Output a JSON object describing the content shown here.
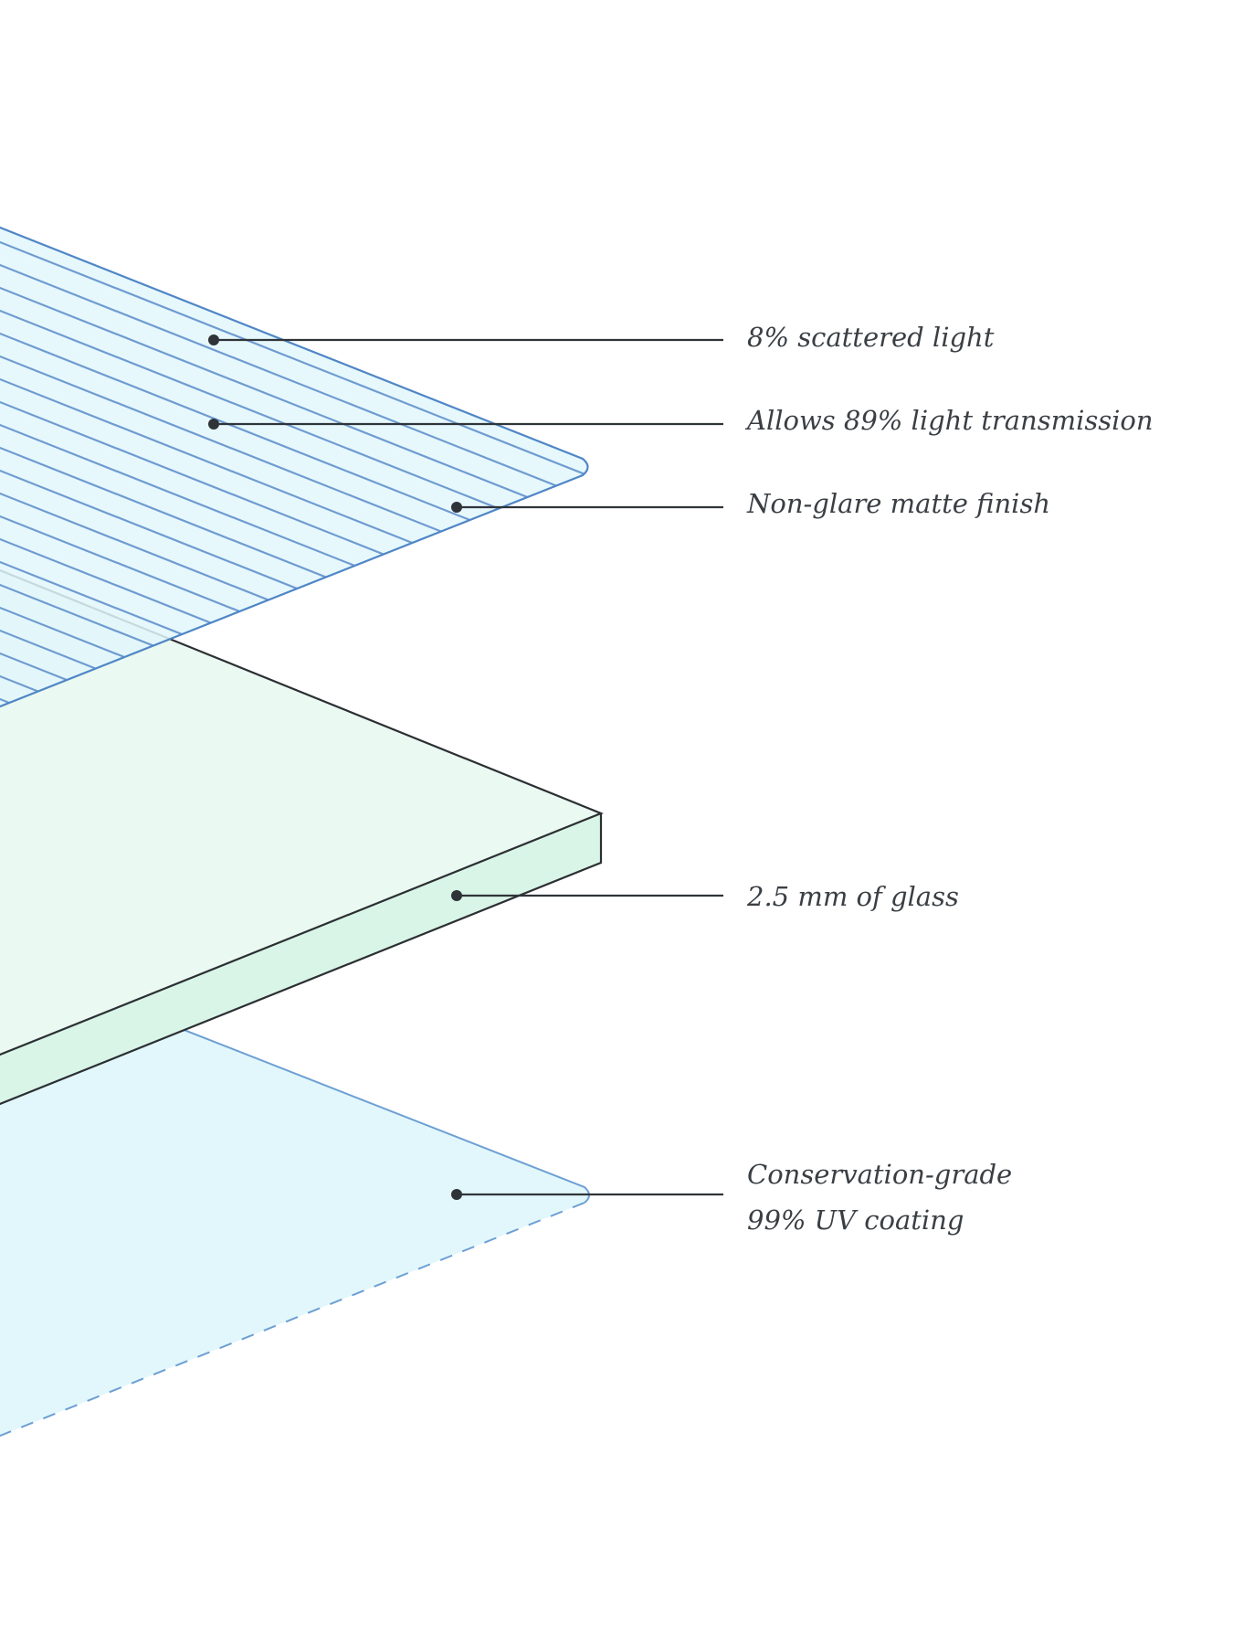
{
  "diagram": {
    "callouts": [
      {
        "id": "scattered-light",
        "lines": [
          "8% scattered light"
        ]
      },
      {
        "id": "light-transmission",
        "lines": [
          "Allows 89% light transmission"
        ]
      },
      {
        "id": "matte-finish",
        "lines": [
          "Non-glare matte finish"
        ]
      },
      {
        "id": "glass-thickness",
        "lines": [
          "2.5 mm of glass"
        ]
      },
      {
        "id": "uv-coating",
        "lines": [
          "Conservation-grade",
          "99% UV coating"
        ]
      }
    ],
    "colors": {
      "matte_fill": "#e2f7fb",
      "matte_grid": "#6f9bd1",
      "matte_edge": "#4f86c6",
      "glass_top": "#eaf9f1",
      "glass_side": "#d9f5e7",
      "glass_edge": "#2b2f33",
      "uv_fill": "#e2f7fb",
      "uv_edge": "#6d9fd4",
      "leader": "#2f3438"
    }
  }
}
